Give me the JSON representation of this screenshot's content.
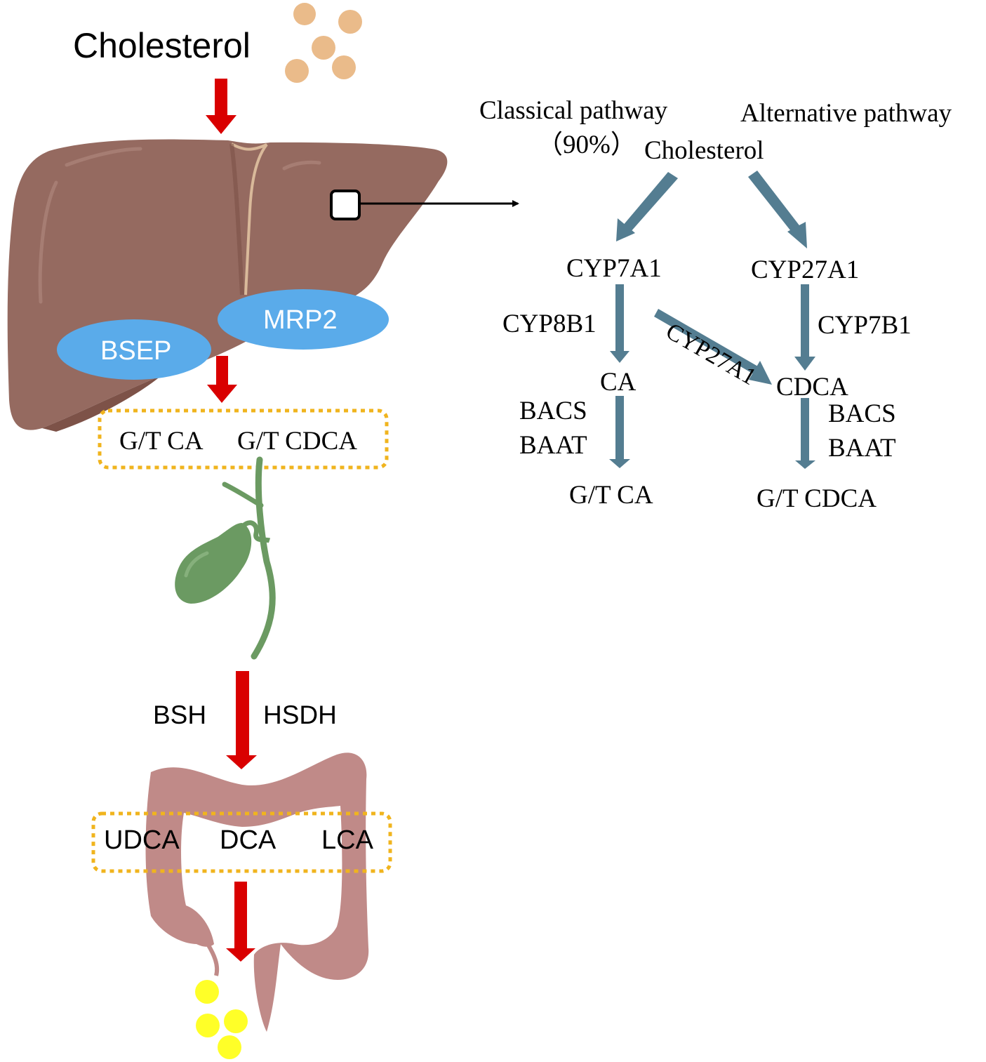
{
  "title": "Bile acid synthesis and metabolism",
  "left_panel": {
    "cholesterol_label": "Cholesterol",
    "transporters": [
      "BSEP",
      "MRP2"
    ],
    "primary_box": [
      "G/T CA",
      "G/T CDCA"
    ],
    "gut_enzymes": [
      "BSH",
      "HSDH"
    ],
    "secondary_box": [
      "UDCA",
      "DCA",
      "LCA"
    ]
  },
  "right_panel": {
    "classical_label": "Classical pathway",
    "classical_percent": "（90%）",
    "alternative_label": "Alternative pathway",
    "start_node": "Cholesterol",
    "nodes": {
      "cyp7a1": "CYP7A1",
      "cyp27a1": "CYP27A1",
      "ca": "CA",
      "cdca": "CDCA",
      "gt_ca": "G/T CA",
      "gt_cdca": "G/T CDCA"
    },
    "enzymes": {
      "cyp8b1": "CYP8B1",
      "cyp7b1": "CYP7B1",
      "cyp27a1_cross": "CYP27A1",
      "bacs_left": "BACS",
      "baat_left": "BAAT",
      "bacs_right": "BACS",
      "baat_right": "BAAT"
    }
  },
  "colors": {
    "red_arrow": "#d90000",
    "pathway_arrow": "#547d91",
    "liver": "#956a60",
    "liver_dark": "#7d5248",
    "transporter_oval": "#5aabea",
    "gallbladder": "#6b9a62",
    "colon": "#c08a88",
    "cholesterol_dots": "#eabb8a",
    "excretion_dots": "#ffff28",
    "dotted_box": "#f0b41e"
  }
}
